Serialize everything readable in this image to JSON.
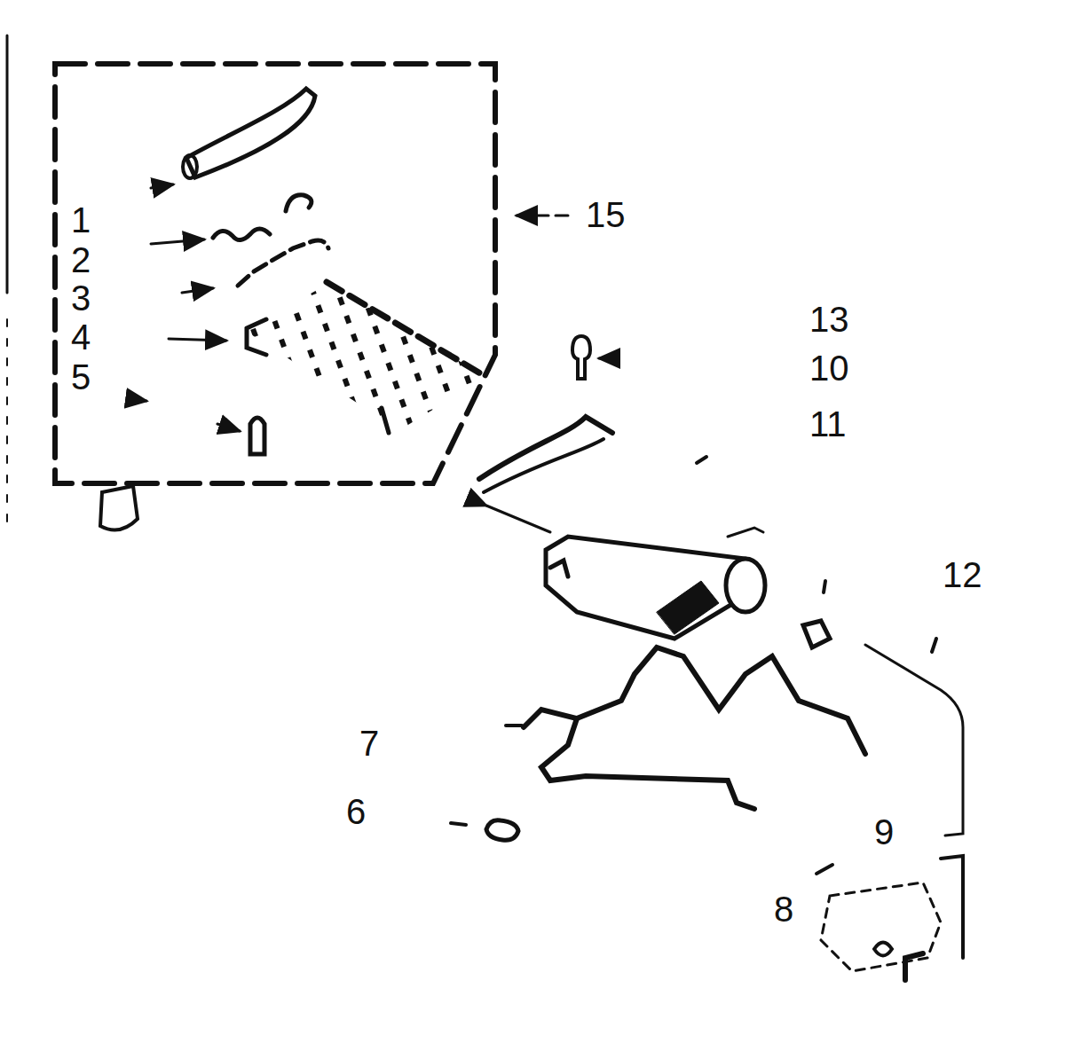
{
  "diagram": {
    "labels": [
      "1",
      "2",
      "3",
      "4",
      "5",
      "15",
      "13",
      "10",
      "11",
      "12",
      "7",
      "6",
      "9",
      "8"
    ]
  }
}
